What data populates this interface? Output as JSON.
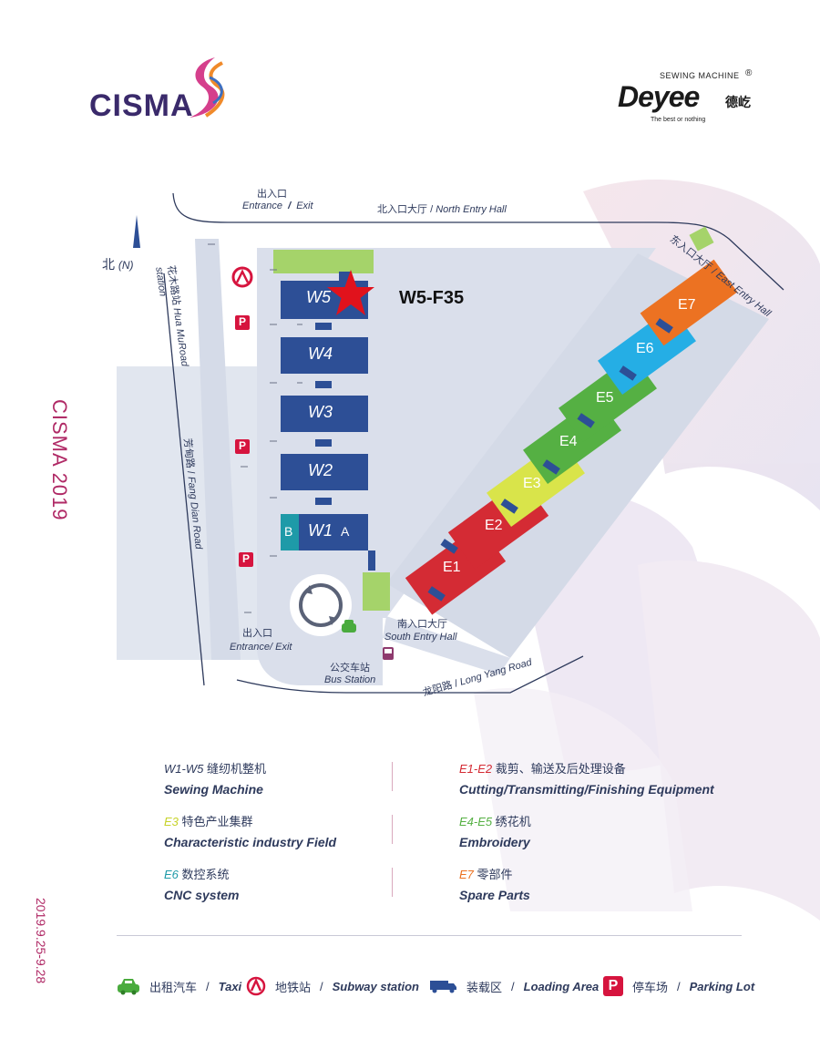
{
  "logos": {
    "cisma": "CISMA",
    "deyee_top": "SEWING MACHINE",
    "deyee_reg": "®",
    "deyee_name": "Deyee",
    "deyee_cn": "德屹",
    "deyee_tagline": "The  best  or  nothing"
  },
  "side": {
    "title": "CISMA 2019",
    "date": "2019.9.25-9.28"
  },
  "colors": {
    "navy": "#2d4f96",
    "lightgreen": "#a5d36a",
    "teal": "#1e9aa8",
    "red": "#d42b34",
    "yellow": "#d9e44a",
    "green": "#55b043",
    "blue": "#25aee5",
    "orange": "#ec7222",
    "parking": "#d6143e",
    "taxi": "#4aab3e",
    "ground": "#dadfeb"
  },
  "map": {
    "north_cn": "北",
    "north_en": "(N)",
    "exit_top_cn": "出入口",
    "exit_top_en": "Entrance",
    "exit_top_en2": "Exit",
    "north_hall_cn": "北入口大厅",
    "north_hall_en": "North Entry Hall",
    "east_hall_cn": "东入口大厅",
    "east_hall_en": "East Entry Hall",
    "station_cn": "花木路站",
    "station_en": "Hua MuRoad station",
    "fangdian_cn": "芳甸路",
    "fangdian_en": "Fang Dian Road",
    "exit_bottom_cn": "出入口",
    "exit_bottom_en": "Entrance/ Exit",
    "south_hall_cn": "南入口大厅",
    "south_hall_en": "South Entry Hall",
    "bus_cn": "公交车站",
    "bus_en": "Bus Station",
    "longyang_cn": "龙阳路",
    "longyang_en": "Long Yang Road",
    "booth": "W5-F35",
    "halls_w": [
      "W5",
      "W4",
      "W3",
      "W2",
      "W1"
    ],
    "w1_b": "B",
    "w1_a": "A",
    "halls_e": [
      "E1",
      "E2",
      "E3",
      "E4",
      "E5",
      "E6",
      "E7"
    ],
    "parking_label": "P"
  },
  "legend": [
    {
      "code": "W1-W5",
      "zh": "缝纫机整机",
      "en": "Sewing Machine",
      "color": "#2e3a5c"
    },
    {
      "code": "E1-E2",
      "zh": "裁剪、输送及后处理设备",
      "en": "Cutting/Transmitting/Finishing Equipment",
      "color": "#d42b34"
    },
    {
      "code": "E3",
      "zh": "特色产业集群",
      "en": "Characteristic industry Field",
      "color": "#c7d32a"
    },
    {
      "code": "E4-E5",
      "zh": "绣花机",
      "en": "Embroidery",
      "color": "#55b043"
    },
    {
      "code": "E6",
      "zh": "数控系统",
      "en": "CNC system",
      "color": "#25aee5"
    },
    {
      "code": "E7",
      "zh": "零部件",
      "en": "Spare Parts",
      "color": "#ec7222"
    }
  ],
  "keys": [
    {
      "zh": "出租汽车",
      "en": "Taxi"
    },
    {
      "zh": "地铁站",
      "en": "Subway station"
    },
    {
      "zh": "装载区",
      "en": "Loading Area"
    },
    {
      "zh": "停车场",
      "en": "Parking Lot"
    }
  ],
  "key_sep": "/"
}
